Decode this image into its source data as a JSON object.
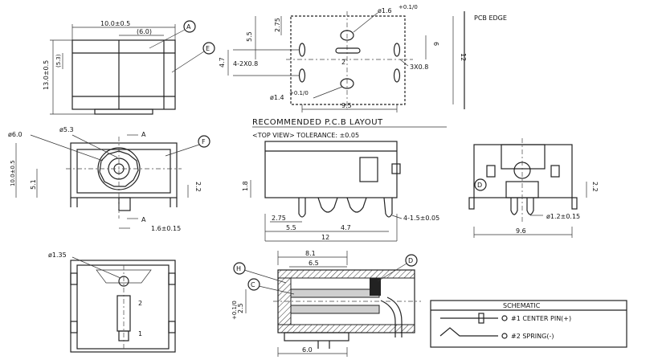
{
  "watermark": {
    "text": ""
  },
  "layout": {
    "title": "RECOMMENDED P.C.B LAYOUT",
    "subtitle": "<TOP VIEW> TOLERANCE: ±0.05",
    "pcb_edge": "PCB EDGE",
    "dims": {
      "d_16": "ø1.6",
      "d_16_tol": "+0.1/0",
      "d_14": "ø1.4",
      "d_14_tol": "+0.1/0",
      "d_275": "2.75",
      "d_55": "5.5",
      "d_6": "6",
      "d_12": "12",
      "d_47": "4.7",
      "d_4x08": "4-2X0.8",
      "d_3x08": "3X0.8",
      "d_95": "9.5",
      "pin_2": "2"
    }
  },
  "front_view": {
    "dims": {
      "w_100": "10.0±0.5",
      "w_60": "(6.0)",
      "h_130": "13.0±0.5",
      "h_53": "(5.3)",
      "label_a": "A",
      "label_e": "E"
    }
  },
  "top_view": {
    "dims": {
      "d_60": "ø6.0",
      "d_53": "ø5.3",
      "h_100": "10.0±0.5",
      "h_51": "5.1",
      "h_22": "2.2",
      "sec_a_top": "A",
      "sec_a_bot": "A",
      "w_16": "1.6±0.15",
      "label_f": "F"
    }
  },
  "side_view": {
    "dims": {
      "h_18": "1.8",
      "w_275": "2.75",
      "w_55": "5.5",
      "w_47": "4.7",
      "w_12": "12",
      "pin_4x15": "4-1.5±0.05"
    }
  },
  "right_view": {
    "dims": {
      "label_d": "D",
      "h_22": "2.2",
      "d_12": "ø1.2±0.15",
      "w_96": "9.6"
    }
  },
  "bottom_view": {
    "dims": {
      "d_135": "ø1.35",
      "pin_2": "2",
      "pin_1": "1"
    }
  },
  "section_view": {
    "dims": {
      "w_81": "8.1",
      "w_65": "6.5",
      "w_60": "6.0",
      "h_25": "2.5",
      "h_25_tol": "+0.1/0",
      "label_h": "H",
      "label_c": "C",
      "label_d": "D"
    }
  },
  "schematic": {
    "title": "SCHEMATIC",
    "pin1": "#1 CENTER PIN(+)",
    "pin2": "#2 SPRING(-)"
  }
}
